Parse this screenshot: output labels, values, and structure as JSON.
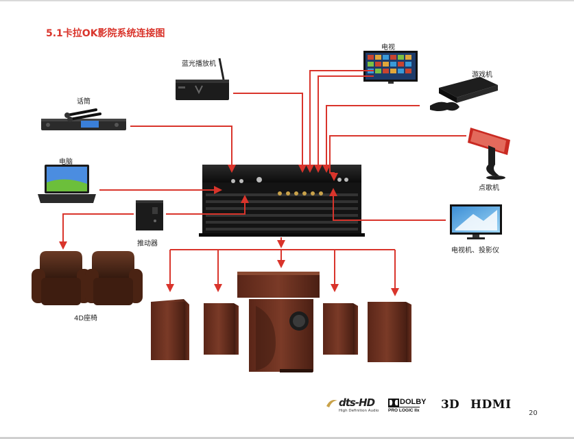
{
  "title": "5.1卡拉OK影院系统连接图",
  "labels": {
    "tv": "电视",
    "bluray": "蓝光播放机",
    "game_console": "游戏机",
    "microphone": "话筒",
    "computer": "电脑",
    "song_machine": "点歌机",
    "actuator": "推动器",
    "tv_projector": "电视机、投影仪",
    "seat_4d": "4D座椅"
  },
  "logos": {
    "dts_main": "dts-HD",
    "dts_sub": "High Definition Audio",
    "dolby_main": "DOLBY",
    "dolby_sub": "PRO LOGIC IIx",
    "three_d": "3D",
    "hdmi": "HDMI"
  },
  "page_number": "20",
  "colors": {
    "arrow": "#d9342b",
    "title": "#d9342b",
    "amp_body": "#1b1b1b",
    "wood": "#6e3222"
  }
}
